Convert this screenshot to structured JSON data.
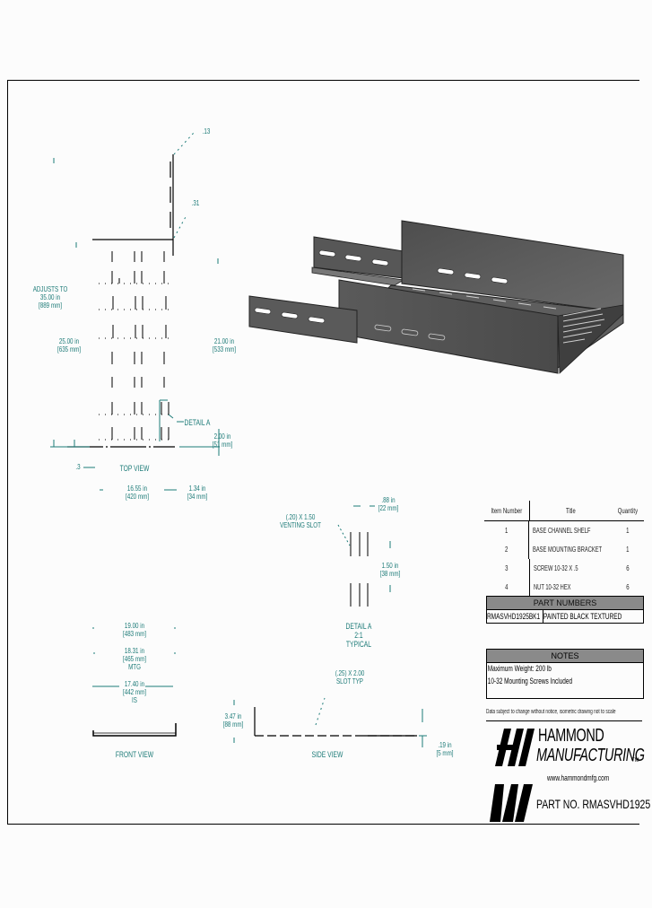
{
  "drawing": {
    "top_view": {
      "label": "TOP VIEW",
      "dims": {
        "adjust_to": [
          "ADJUSTS TO",
          "35.00 in",
          "[889 mm]"
        ],
        "left_depth": [
          "25.00 in",
          "[635 mm]"
        ],
        "right_depth": [
          "21.00 in",
          "[533 mm]"
        ],
        "right_small": [
          "2.00 in",
          "[51 mm]"
        ],
        "bottom_mid": [
          "16.55 in",
          "[420 mm]"
        ],
        "bottom_right": [
          "1.34 in",
          "[34 mm]"
        ],
        "corner_small_a": ".13",
        "corner_small_b": ".31",
        "left_small": ".3"
      },
      "detail_callout": "DETAIL A"
    },
    "detail_a": {
      "title": "DETAIL A",
      "scale": "2:1",
      "note": "TYPICAL",
      "slot_callout": [
        "(.20) X 1.50",
        "VENTING SLOT"
      ],
      "dim_top": [
        ".88 in",
        "[22 mm]"
      ],
      "dim_right": [
        "1.50 in",
        "[38 mm]"
      ]
    },
    "front_view": {
      "label": "FRONT VIEW",
      "dim1": [
        "19.00 in",
        "[483 mm]"
      ],
      "dim2": [
        "18.31 in",
        "[465 mm]"
      ],
      "dim2_note": "MTG",
      "dim3": [
        "17.40 in",
        "[442 mm]"
      ],
      "dim3_note": "IS"
    },
    "side_view": {
      "label": "SIDE VIEW",
      "slot_callout": [
        "(.25) X 2.00",
        "SLOT TYP"
      ],
      "height": [
        "3.47 in",
        "[88 mm]"
      ],
      "lip": [
        ".19 in",
        "[5 mm]"
      ]
    }
  },
  "bom": {
    "headers": [
      "Item Number",
      "Title",
      "Quantity"
    ],
    "rows": [
      {
        "item": "1",
        "title": "BASE CHANNEL SHELF",
        "qty": "1"
      },
      {
        "item": "2",
        "title": "BASE MOUNTING BRACKET",
        "qty": "1"
      },
      {
        "item": "3",
        "title": "SCREW 10-32 X .5",
        "qty": "6"
      },
      {
        "item": "4",
        "title": "NUT 10-32 HEX",
        "qty": "6"
      }
    ]
  },
  "part_numbers": {
    "title": "PART NUMBERS",
    "number": "RMASVHD1925BK1",
    "description": "PAINTED BLACK TEXTURED"
  },
  "notes": {
    "title": "NOTES",
    "lines": [
      "Maximum Weight: 200 lb",
      "10-32 Mounting Screws Included"
    ]
  },
  "disclaimer": "Data subject to change without notice, isometric drawing not to scale",
  "title_block": {
    "brand_line1": "HAMMOND",
    "brand_line2": "MANUFACTURING",
    "trademark": "TM",
    "website": "www.hammondmfg.com",
    "part_no": "PART NO. RMASVHD1925"
  },
  "colors": {
    "dimension": "#1d7b78",
    "header_fill": "#8a8a8a",
    "shelf_body": "#5a5a5a"
  }
}
